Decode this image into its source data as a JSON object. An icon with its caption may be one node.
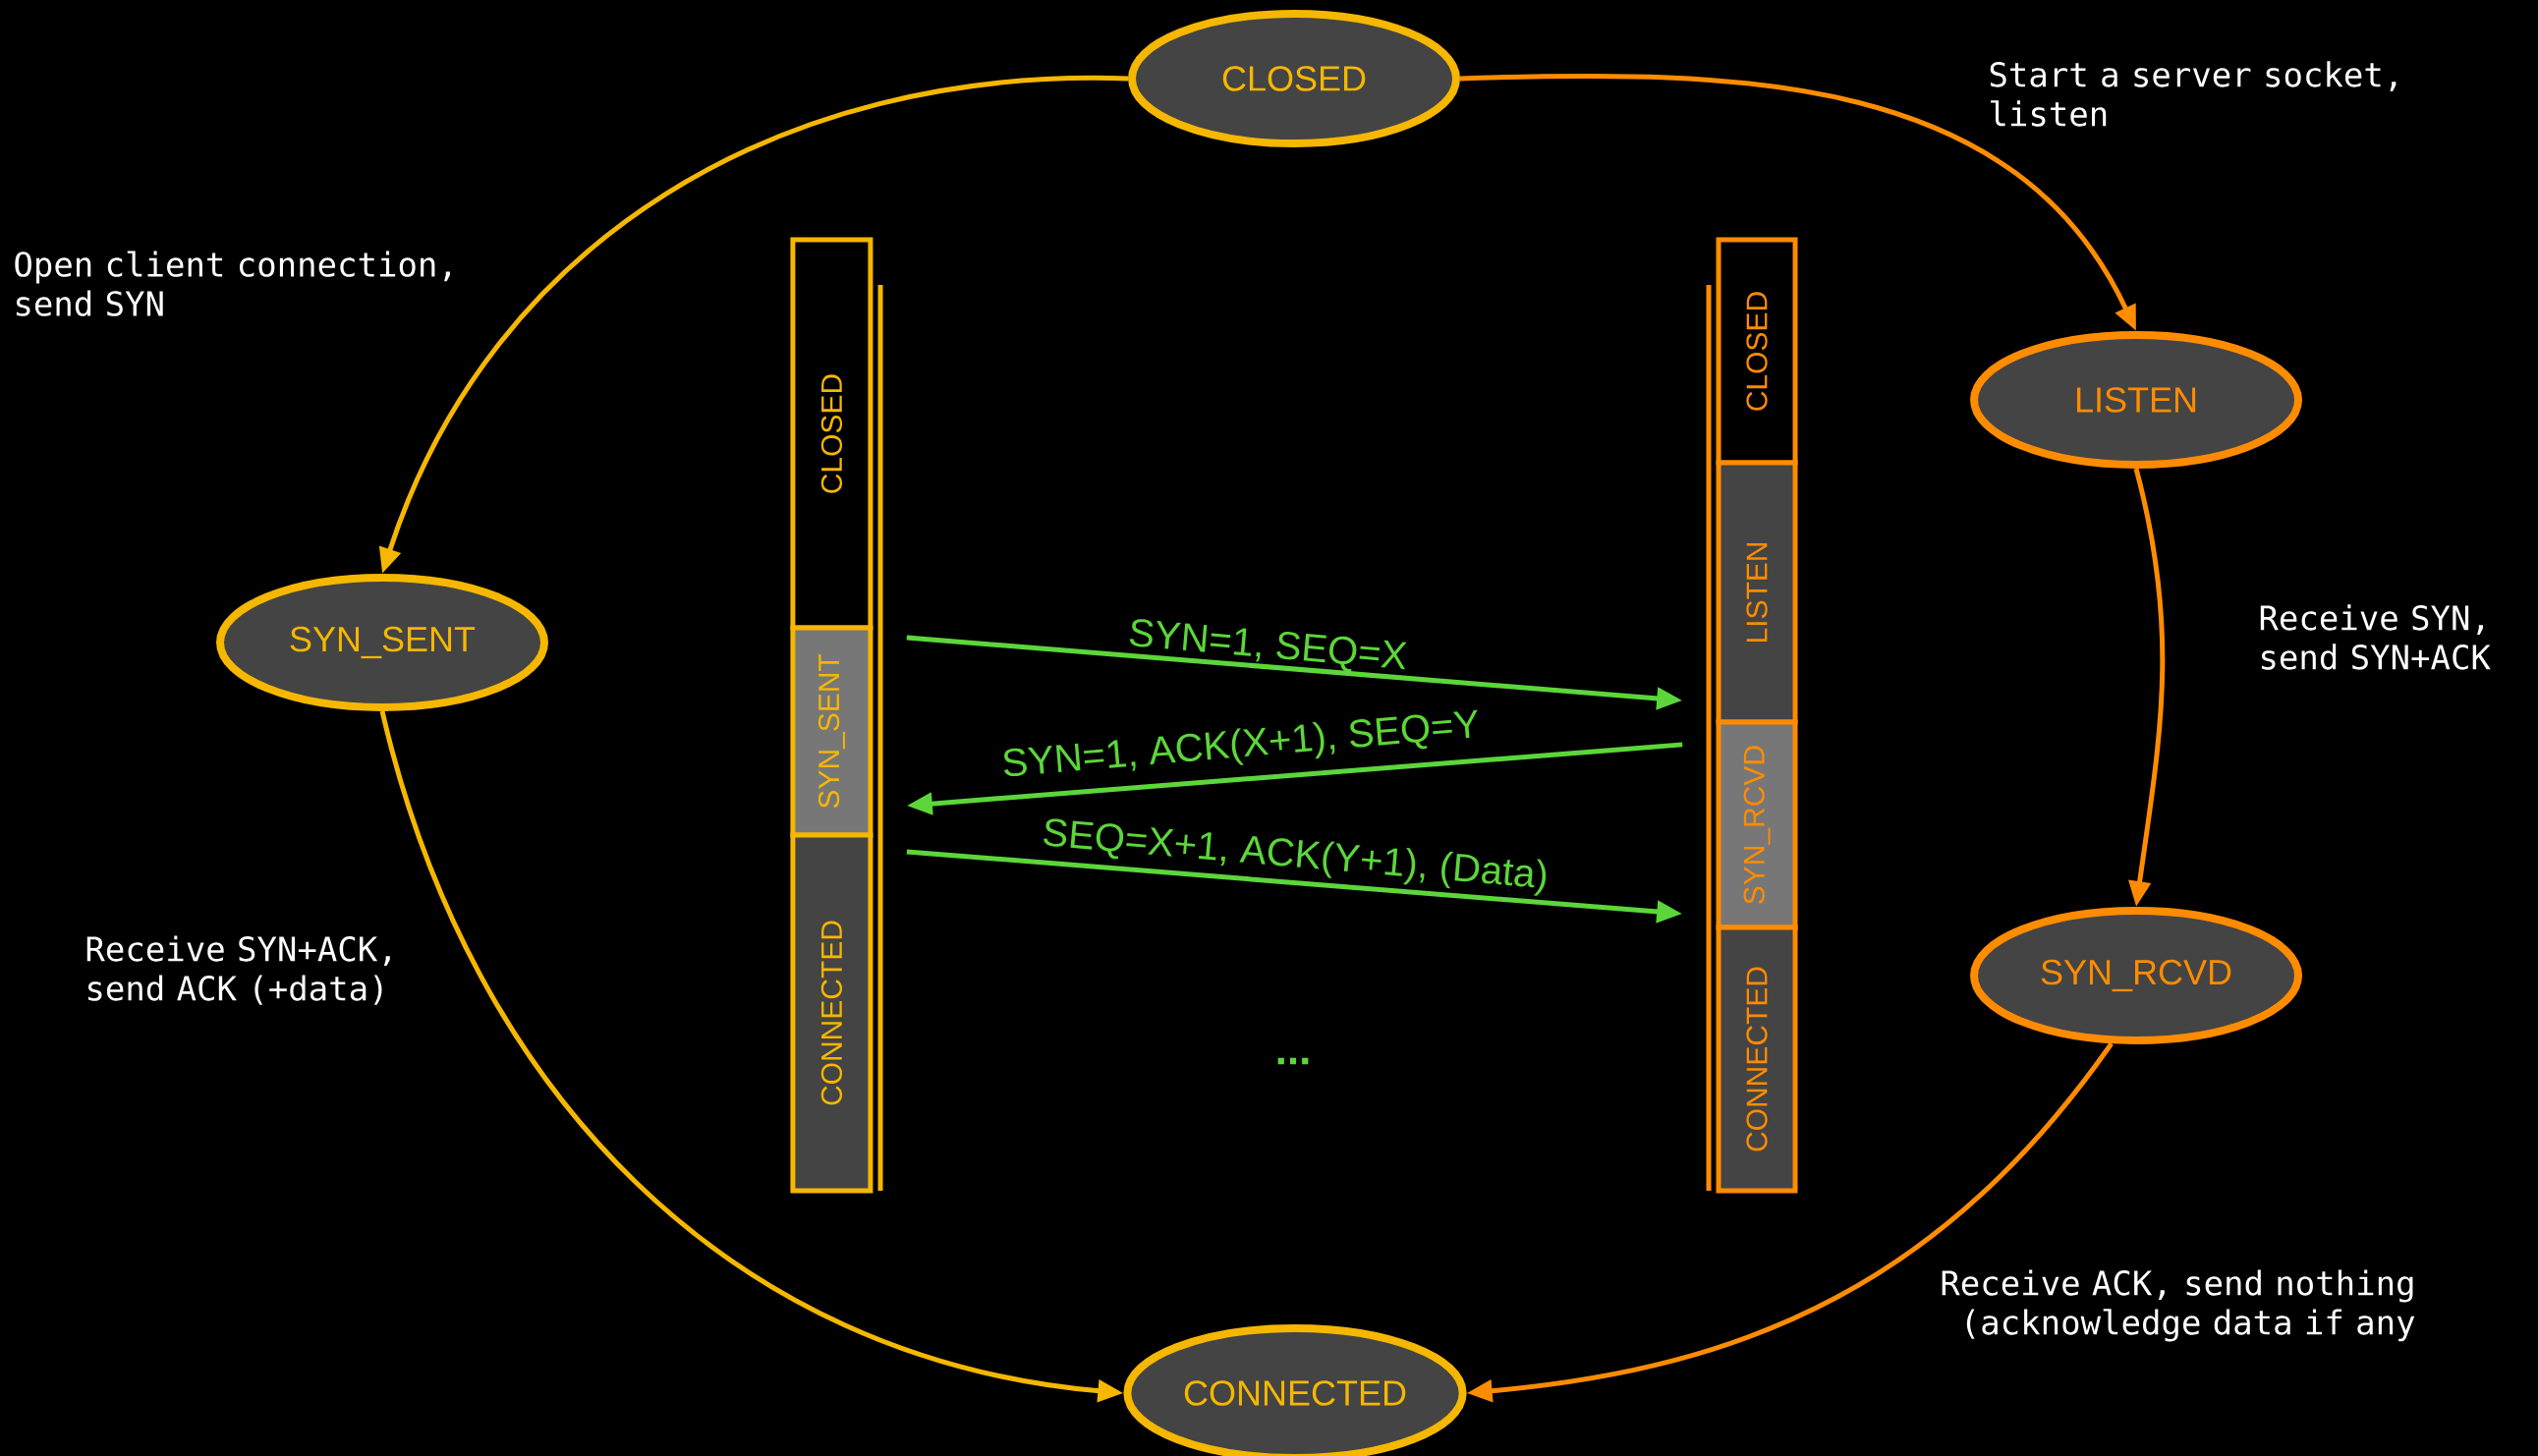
{
  "diagram": {
    "nodes": [
      {
        "text": [
          "CLOSED"
        ]
      },
      {
        "text": [
          "SYN_SENT"
        ]
      },
      {
        "text": [
          "LISTEN"
        ]
      },
      {
        "text": [
          "SYN_RCVD"
        ]
      },
      {
        "text": [
          "CONNECTED"
        ]
      },
      {
        "text": [
          "CLOSED"
        ]
      },
      {
        "text": [
          "SYN_SENT"
        ]
      },
      {
        "text": [
          "CONNECTED"
        ]
      },
      {
        "text": [
          "CLOSED"
        ]
      },
      {
        "text": [
          "LISTEN"
        ]
      },
      {
        "text": [
          "SYN_RCVD"
        ]
      },
      {
        "text": [
          "CONNECTED"
        ]
      },
      {
        "text": [],
        "shape": "bar"
      },
      {
        "text": [],
        "shape": "bar"
      }
    ],
    "edges": [
      {
        "from": 0,
        "to": 1,
        "arrow": "to",
        "label": "Open client connection, send SYN",
        "color": "#f5b700"
      },
      {
        "from": 0,
        "to": 2,
        "arrow": "to",
        "label": "Start a server socket, listen",
        "color": "#ff8c00"
      },
      {
        "from": 2,
        "to": 3,
        "arrow": "to",
        "label": "Receive SYN, send SYN+ACK",
        "color": "#ff8c00"
      },
      {
        "from": 1,
        "to": 4,
        "arrow": "to",
        "label": "Receive SYN+ACK, send ACK (+data)",
        "color": "#f5b700"
      },
      {
        "from": 3,
        "to": 4,
        "arrow": "to",
        "label": "Receive ACK, send nothing (acknowledge data if any",
        "color": "#ff8c00"
      },
      {
        "from": 12,
        "to": 13,
        "arrow": "to",
        "label": "SYN=1, SEQ=X",
        "color": "#5cd63a"
      },
      {
        "from": 13,
        "to": 12,
        "arrow": "to",
        "label": "SYN=1, ACK(X+1), SEQ=Y",
        "color": "#5cd63a"
      },
      {
        "from": 12,
        "to": 13,
        "arrow": "to",
        "label": "SEQ=X+1, ACK(Y+1), (Data)",
        "color": "#5cd63a"
      }
    ],
    "labels": [
      "..."
    ]
  }
}
